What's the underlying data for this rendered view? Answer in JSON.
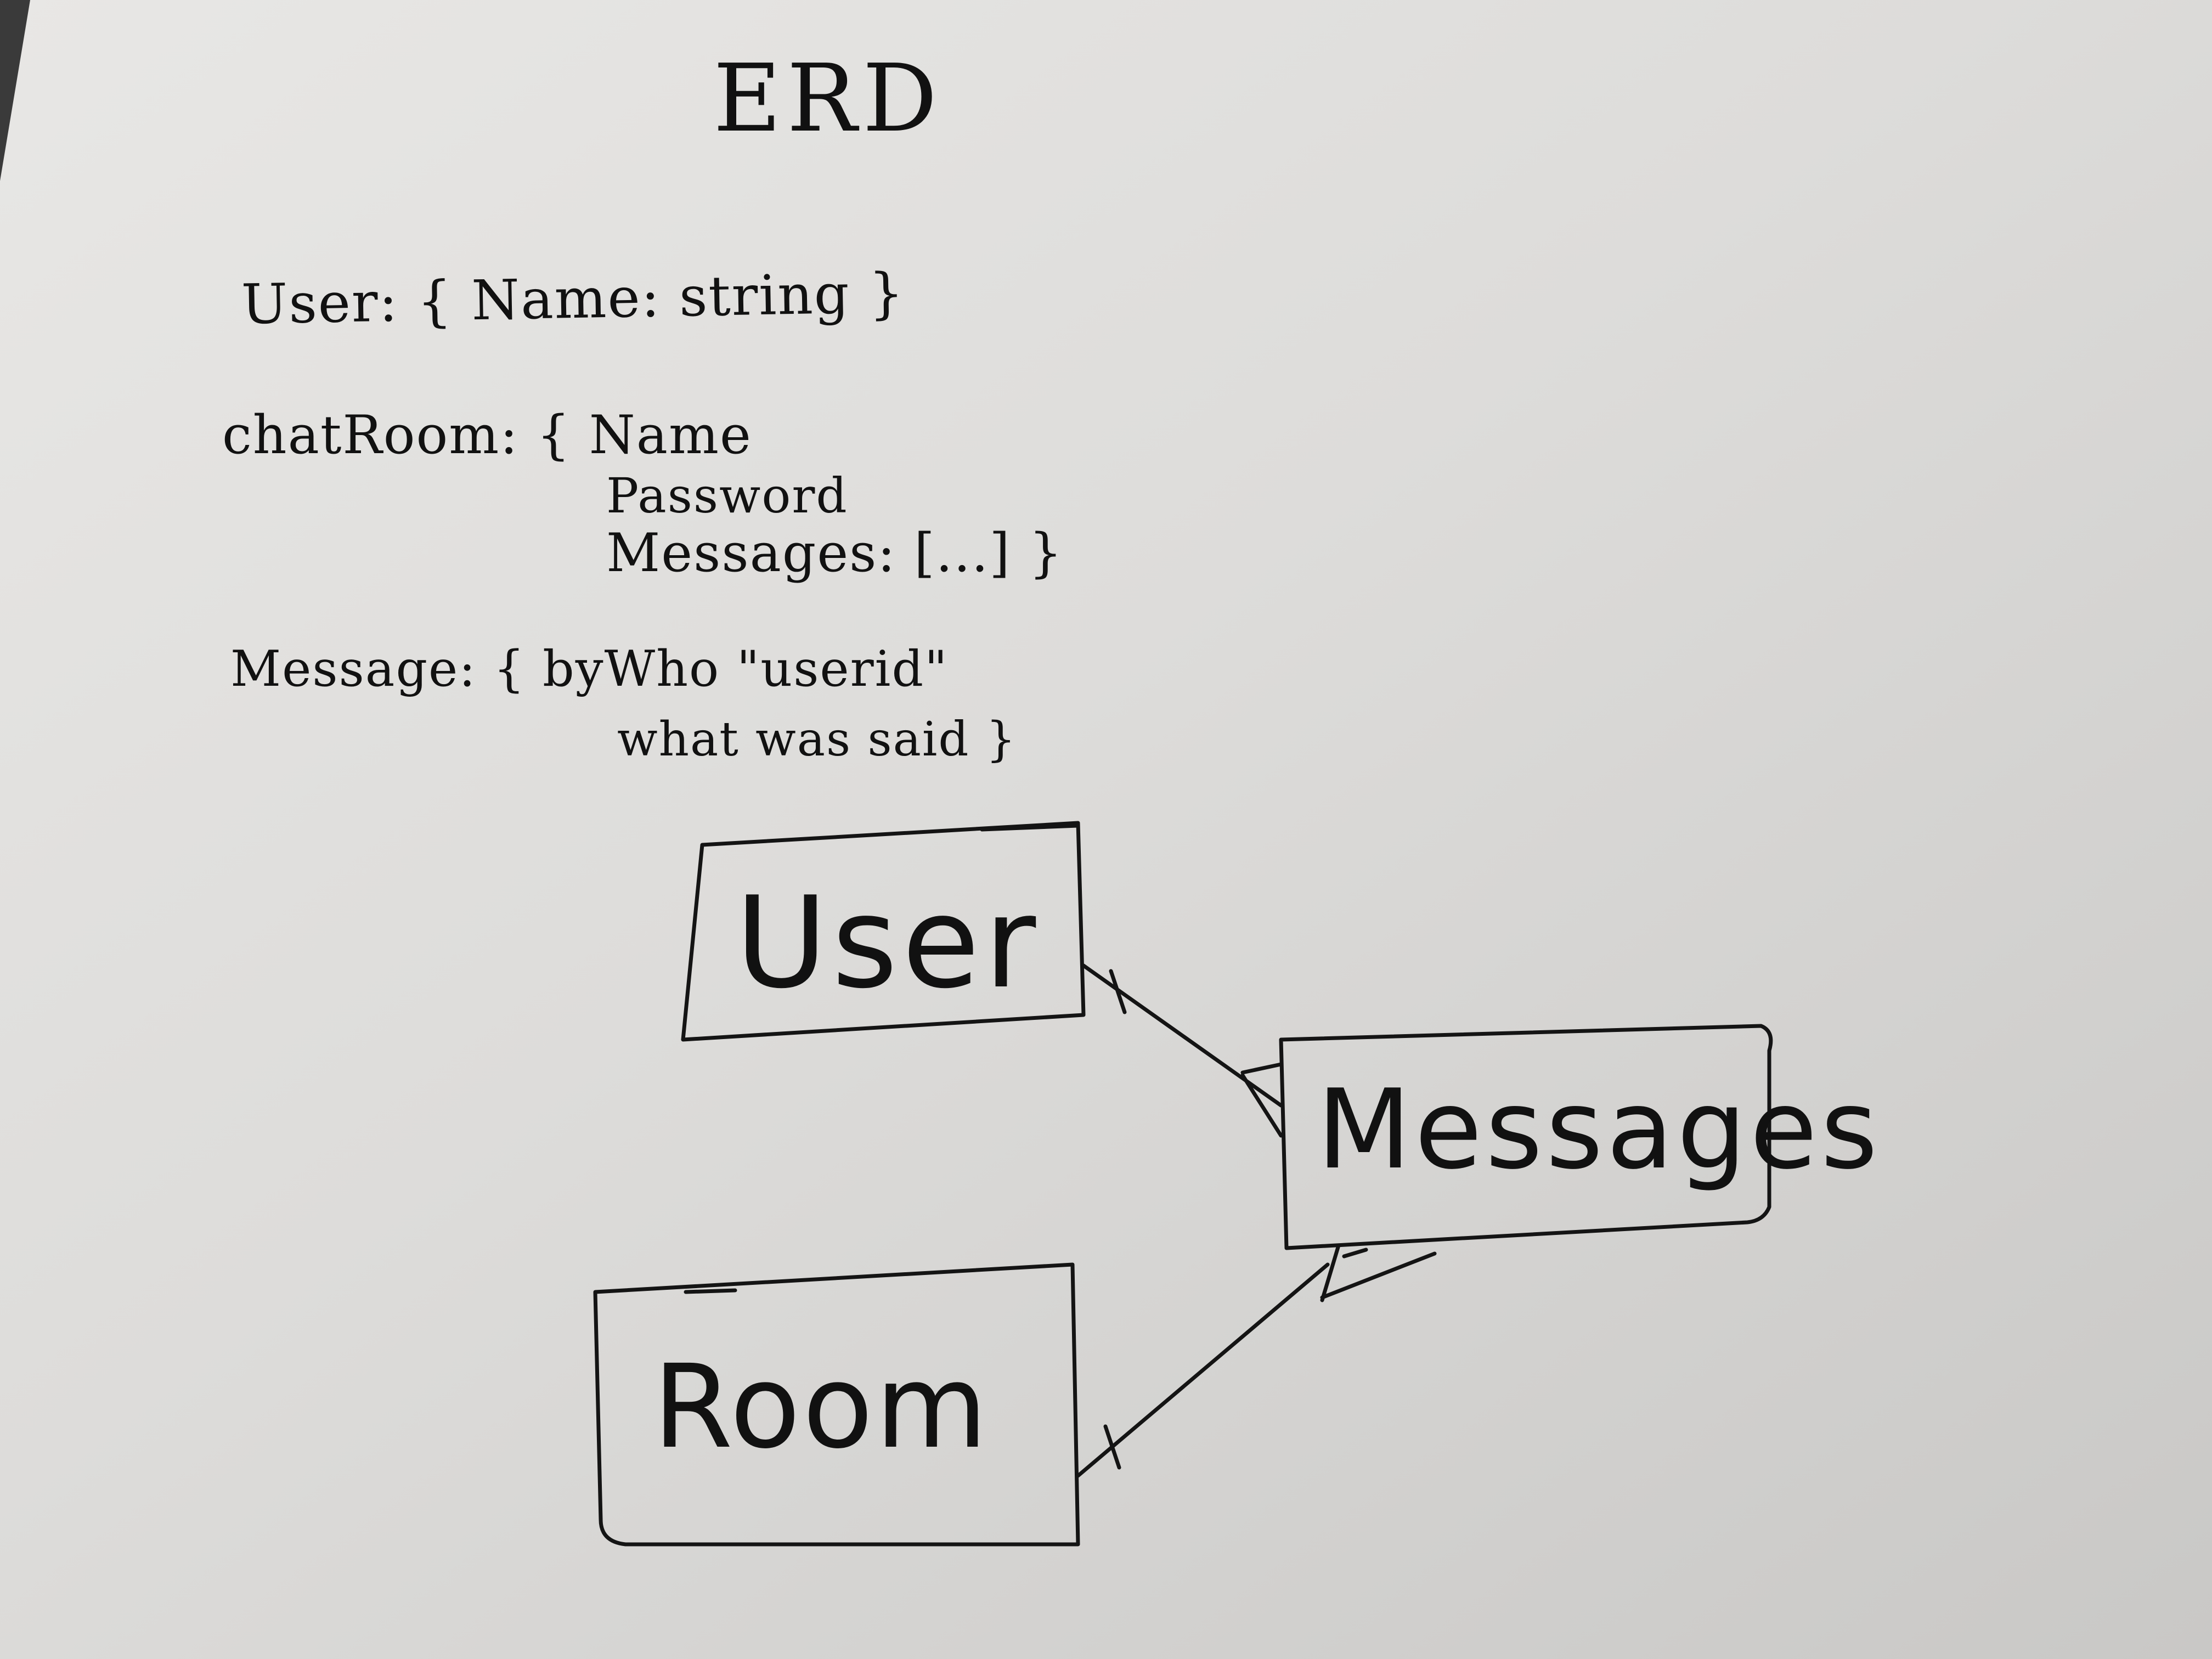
{
  "title": "ERD",
  "schema": {
    "user": "User: { Name: string }",
    "chatroom": {
      "line1": "chatRoom: { Name",
      "line2": "Password",
      "line3": "Messages: [...] }"
    },
    "message": {
      "line1": "Message: { byWho \"userid\"",
      "line2": "what was said }"
    }
  },
  "entities": {
    "user": "User",
    "messages": "Messages",
    "room": "Room"
  },
  "relationships": [
    {
      "from": "User",
      "to": "Messages",
      "from_cardinality": "one",
      "to_cardinality": "many"
    },
    {
      "from": "Room",
      "to": "Messages",
      "from_cardinality": "one",
      "to_cardinality": "many"
    }
  ]
}
